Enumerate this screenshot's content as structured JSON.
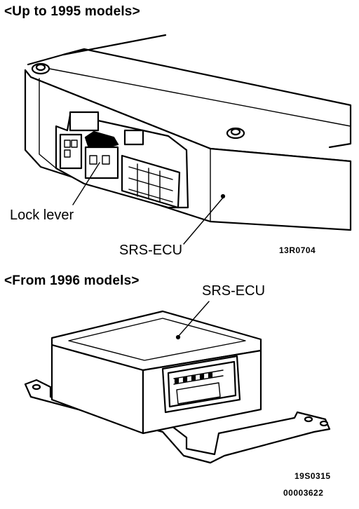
{
  "section_top": {
    "heading": "<Up to 1995 models>",
    "labels": {
      "lock_lever": "Lock lever",
      "srs_ecu": "SRS-ECU"
    },
    "figure_code": "13R0704"
  },
  "section_bottom": {
    "heading": "<From 1996 models>",
    "labels": {
      "srs_ecu": "SRS-ECU"
    },
    "figure_code": "19S0315"
  },
  "document_code": "00003622"
}
